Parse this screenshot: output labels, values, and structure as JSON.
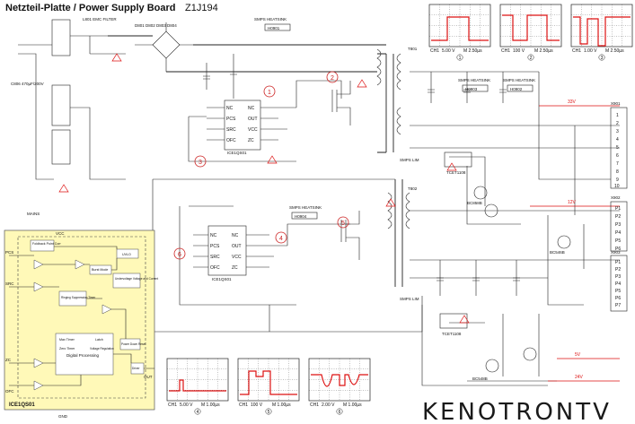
{
  "header": {
    "title": "Netzteil-Platte / Power Supply Board",
    "code": "Z1J194"
  },
  "ic_labels": {
    "main_ic": "ICE1QS01",
    "ic2": "ICE1QS01",
    "block_title": "ICE1QS01",
    "gnd": "GND",
    "vcc": "VCC"
  },
  "block_diagram": {
    "blocks": [
      {
        "text": "Foldback Point Corr"
      },
      {
        "text": "Burst Mode"
      },
      {
        "text": "UVLO"
      },
      {
        "text": "Undervoltage Voltage and Current"
      },
      {
        "text": "Ringing Suppression Timer"
      },
      {
        "text": "Digital Processing"
      },
      {
        "text": "Max Timer"
      },
      {
        "text": "Latch"
      },
      {
        "text": "Voltage Regulation"
      },
      {
        "text": "Zero Timer"
      },
      {
        "text": "Driver"
      },
      {
        "text": "Power Down Reset"
      }
    ],
    "pins": [
      "PCS",
      "SRC",
      "ZC",
      "OFC",
      "OUT"
    ]
  },
  "scopes_top": [
    {
      "num": "1",
      "ch": "CH1",
      "volt": "5.00 V",
      "time": "M 2.50µs"
    },
    {
      "num": "2",
      "ch": "CH1",
      "volt": "100 V",
      "time": "M 2.50µs"
    },
    {
      "num": "3",
      "ch": "CH1",
      "volt": "1.00 V",
      "time": "M 2.50µs"
    }
  ],
  "scopes_bottom": [
    {
      "num": "4",
      "ch": "CH1",
      "volt": "5.00 V",
      "time": "M 1.00µs"
    },
    {
      "num": "5",
      "ch": "CH1",
      "volt": "100 V",
      "time": "M 1.00µs"
    },
    {
      "num": "6",
      "ch": "CH1",
      "volt": "2.00 V",
      "time": "M 1.00µs"
    }
  ],
  "markers": [
    "1",
    "2",
    "3",
    "4",
    "5",
    "6"
  ],
  "components": [
    {
      "text": "SMPS HEATSINK"
    },
    {
      "text": "SMPS HEATSINK"
    },
    {
      "text": "SMPS HEATSINK"
    },
    {
      "text": "SMPS HEATSINK"
    },
    {
      "text": "H0901"
    },
    {
      "text": "H0903"
    },
    {
      "text": "H0902"
    },
    {
      "text": "H0904"
    },
    {
      "text": "L801 EMC FILTER"
    },
    {
      "text": "D801 D802 D803 D804"
    },
    {
      "text": "C806 470µF/200V"
    },
    {
      "text": "T801"
    },
    {
      "text": "T802"
    },
    {
      "text": "TCET1108"
    },
    {
      "text": "TCET1108"
    },
    {
      "text": "BC858B"
    },
    {
      "text": "BC546B"
    },
    {
      "text": "BC548B"
    },
    {
      "text": "SMPS LIM"
    },
    {
      "text": "SMPS LIM"
    },
    {
      "text": "MAINS"
    }
  ],
  "connectors": [
    {
      "name": "X901",
      "pins": [
        "1",
        "2",
        "3",
        "4",
        "5",
        "6",
        "7",
        "8",
        "9",
        "10"
      ]
    },
    {
      "name": "X902",
      "pins": [
        "P1",
        "P2",
        "P3",
        "P4",
        "P5",
        "P6"
      ]
    },
    {
      "name": "X903",
      "pins": [
        "P1",
        "P2",
        "P3",
        "P4",
        "P5",
        "P6",
        "P7"
      ]
    }
  ],
  "voltages": [
    "33V",
    "12V",
    "5V",
    "24V"
  ],
  "watermark": "KENOTRONTV"
}
